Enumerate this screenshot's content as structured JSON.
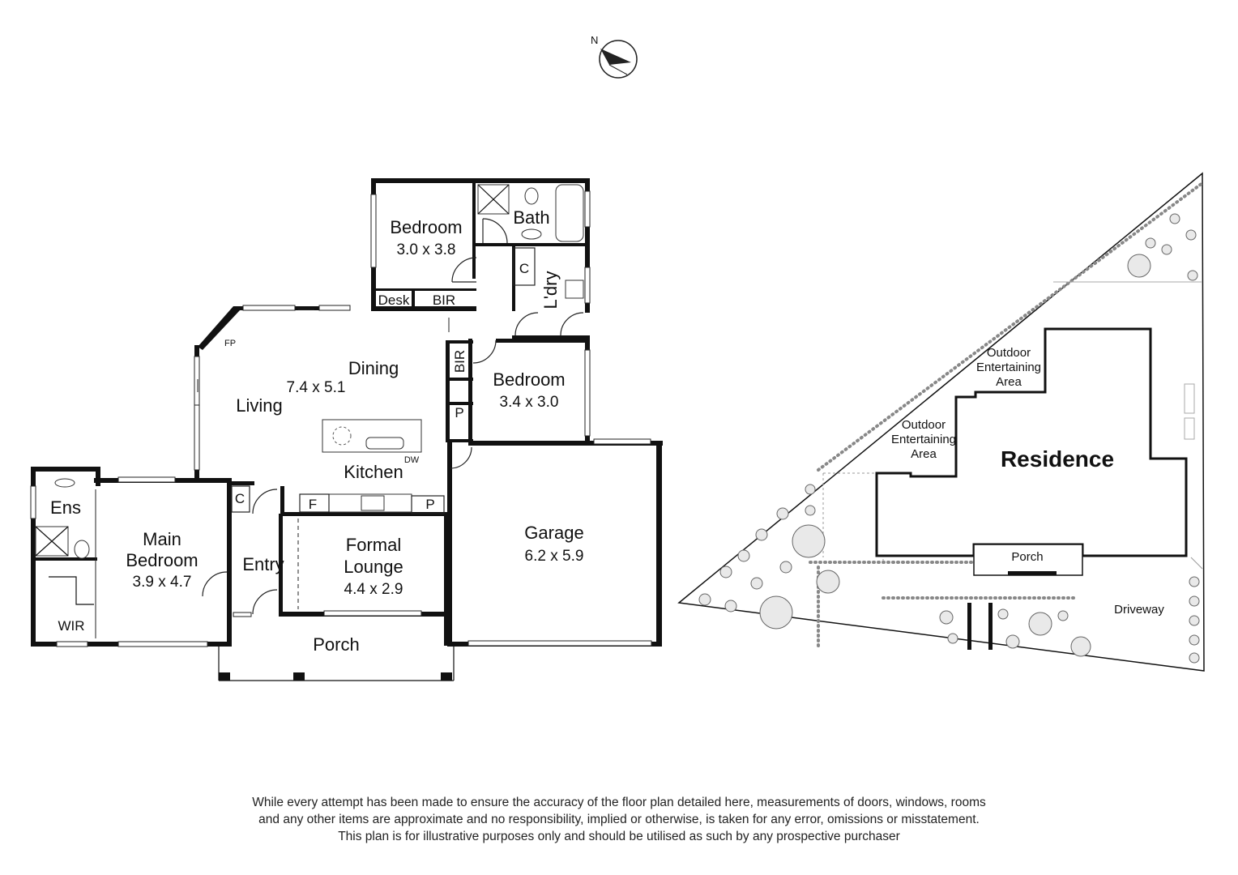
{
  "compass": {
    "north_label": "N"
  },
  "floor_plan": {
    "rooms": [
      {
        "id": "bedroom-top",
        "name": "Bedroom",
        "size": "3.0 x 3.8"
      },
      {
        "id": "bath",
        "name": "Bath"
      },
      {
        "id": "laundry",
        "name": "L'dry"
      },
      {
        "id": "bedroom-mid",
        "name": "Bedroom",
        "size": "3.4 x 3.0"
      },
      {
        "id": "dining",
        "name": "Dining",
        "size": "7.4 x 5.1"
      },
      {
        "id": "living",
        "name": "Living"
      },
      {
        "id": "kitchen",
        "name": "Kitchen"
      },
      {
        "id": "garage",
        "name": "Garage",
        "size": "6.2 x 5.9"
      },
      {
        "id": "formal-lounge",
        "name": "Formal\nLounge",
        "size": "4.4 x 2.9"
      },
      {
        "id": "entry",
        "name": "Entry"
      },
      {
        "id": "main-bedroom",
        "name": "Main\nBedroom",
        "size": "3.9 x 4.7"
      },
      {
        "id": "ensuite",
        "name": "Ens"
      },
      {
        "id": "wir",
        "name": "WIR"
      },
      {
        "id": "porch",
        "name": "Porch"
      }
    ],
    "fixtures": {
      "desk": "Desk",
      "bir_top": "BIR",
      "bir_side": "BIR",
      "cupboard_laundry": "C",
      "pantry_side": "P",
      "pantry_kitchen": "P",
      "fridge": "F",
      "cupboard_entry": "C",
      "fireplace": "FP",
      "dishwasher": "DW"
    }
  },
  "site_plan": {
    "residence": "Residence",
    "outdoor_area_1": "Outdoor\nEntertaining\nArea",
    "outdoor_area_2": "Outdoor\nEntertaining\nArea",
    "porch": "Porch",
    "driveway": "Driveway"
  },
  "disclaimer": [
    "While every attempt has been made to ensure the accuracy of the floor plan detailed here, measurements of doors, windows, rooms",
    "and any other items are approximate and no responsibility, implied or otherwise, is taken for any error, omissions or misstatement.",
    "This plan is for illustrative purposes only and should be utilised as such by any prospective purchaser"
  ]
}
